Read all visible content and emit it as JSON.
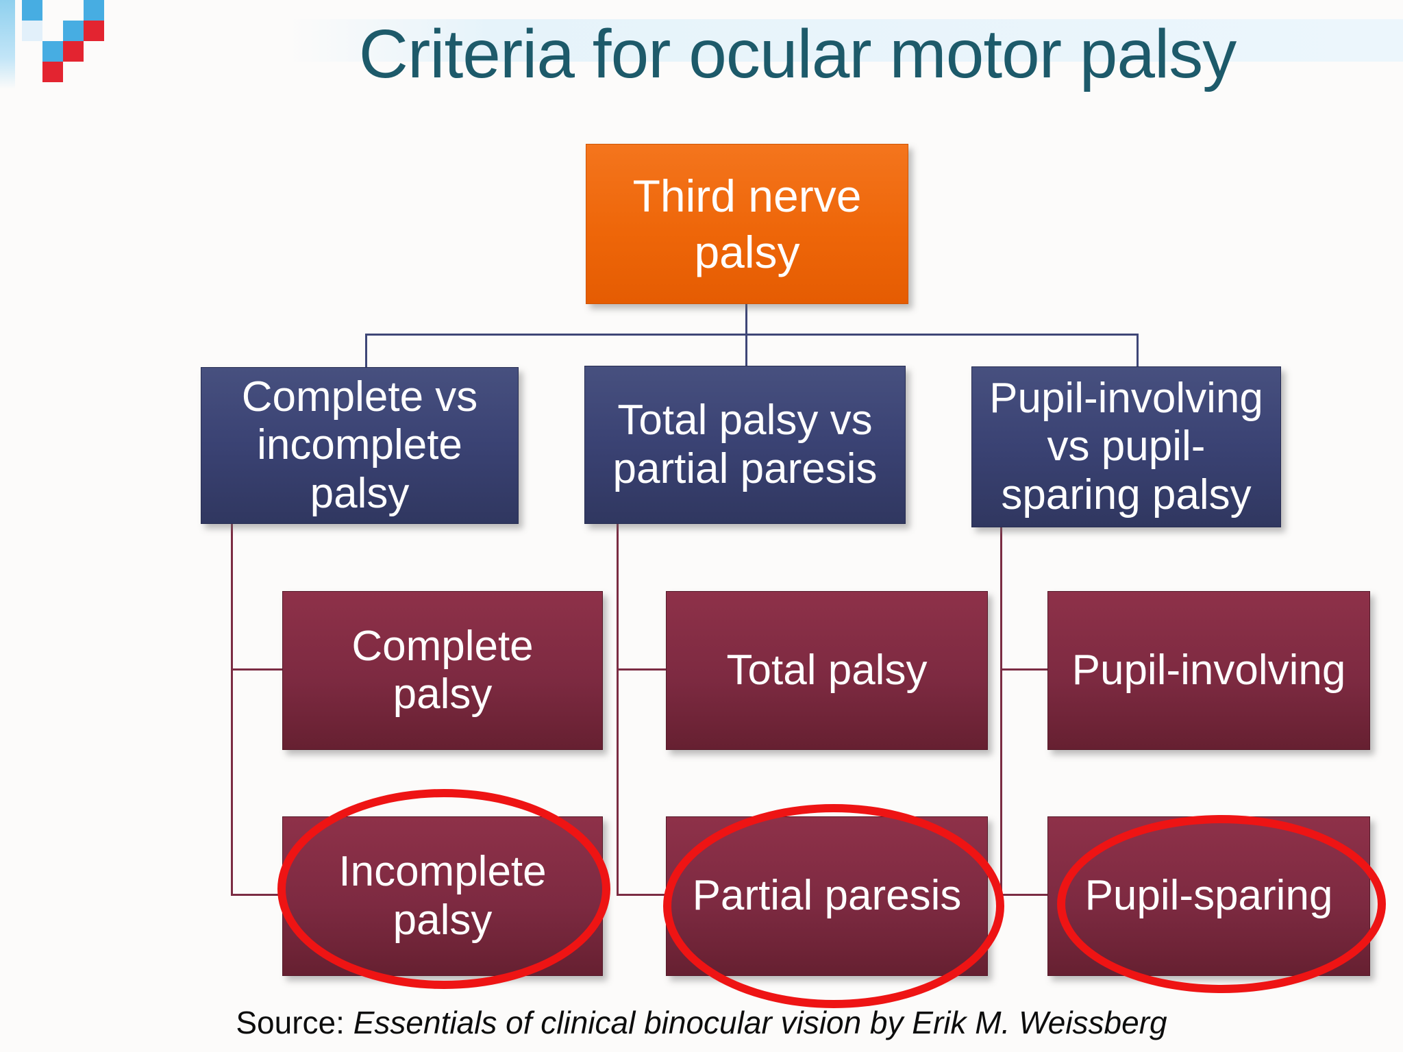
{
  "slide": {
    "title": "Criteria for ocular motor palsy",
    "source_prefix": "Source: ",
    "source_citation": "Essentials of clinical binocular vision by Erik M. Weissberg"
  },
  "diagram": {
    "root": {
      "label": "Third nerve\npalsy"
    },
    "columns": [
      {
        "header": "Complete vs\nincomplete\npalsy",
        "children": [
          {
            "label": "Complete\npalsy",
            "circled": false
          },
          {
            "label": "Incomplete\npalsy",
            "circled": true
          }
        ]
      },
      {
        "header": "Total palsy vs\npartial paresis",
        "children": [
          {
            "label": "Total palsy",
            "circled": false
          },
          {
            "label": "Partial paresis",
            "circled": true
          }
        ]
      },
      {
        "header": "Pupil-involving\nvs pupil-\nsparing palsy",
        "children": [
          {
            "label": "Pupil-involving",
            "circled": false
          },
          {
            "label": "Pupil-sparing",
            "circled": true
          }
        ]
      }
    ]
  },
  "colors": {
    "title_teal": "#1d5a6a",
    "root_orange": "#ee6609",
    "category_navy": "#3a4273",
    "leaf_maroon": "#7d2a41",
    "connector_navy": "#3e4677",
    "connector_maroon": "#7b2c43",
    "highlight_red": "#ee1414",
    "logo_blue": "#47ade2",
    "logo_red": "#e32430"
  }
}
